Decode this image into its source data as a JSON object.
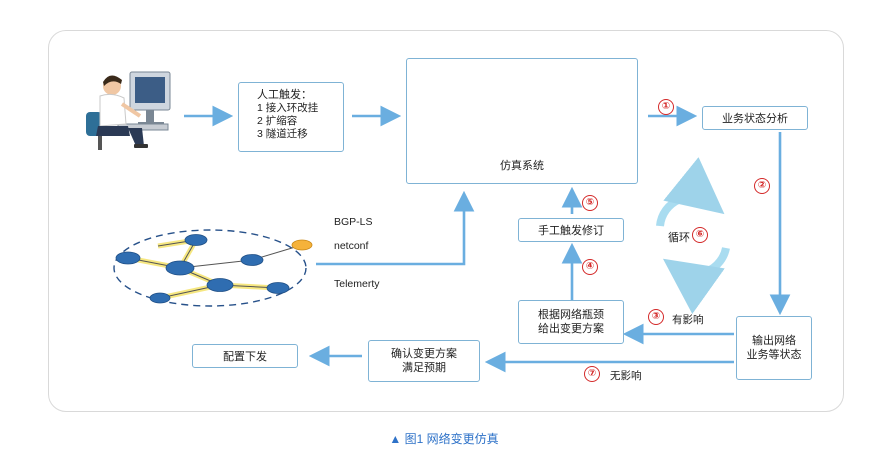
{
  "manual_trigger": {
    "title": "人工触发：",
    "items": [
      "1  接入环改挂",
      "2  扩缩容",
      "3  隧道迁移"
    ]
  },
  "simulation_system": "仿真系统",
  "business_analysis": "业务状态分析",
  "output_state": [
    "输出网络",
    "业务等状态"
  ],
  "bottleneck_box": [
    "根据网络瓶颈",
    "给出变更方案"
  ],
  "manual_revise": "手工触发修订",
  "loop_label": "循环",
  "confirm_box": [
    "确认变更方案",
    "满足预期"
  ],
  "deploy": "配置下发",
  "protocols": [
    "BGP-LS",
    "netconf",
    "Telemerty"
  ],
  "has_impact": "有影响",
  "no_impact": "无影响",
  "markers": [
    "①",
    "②",
    "③",
    "④",
    "⑤",
    "⑥",
    "⑦"
  ],
  "caption": {
    "triangle": "▲",
    "text": "图1   网络变更仿真"
  },
  "colors": {
    "arrow": "#6aaee0",
    "box_border": "#7fb3d5",
    "marker": "#d42a2a",
    "caption": "#2e72c8",
    "ellipse": "#fbe8b0"
  }
}
